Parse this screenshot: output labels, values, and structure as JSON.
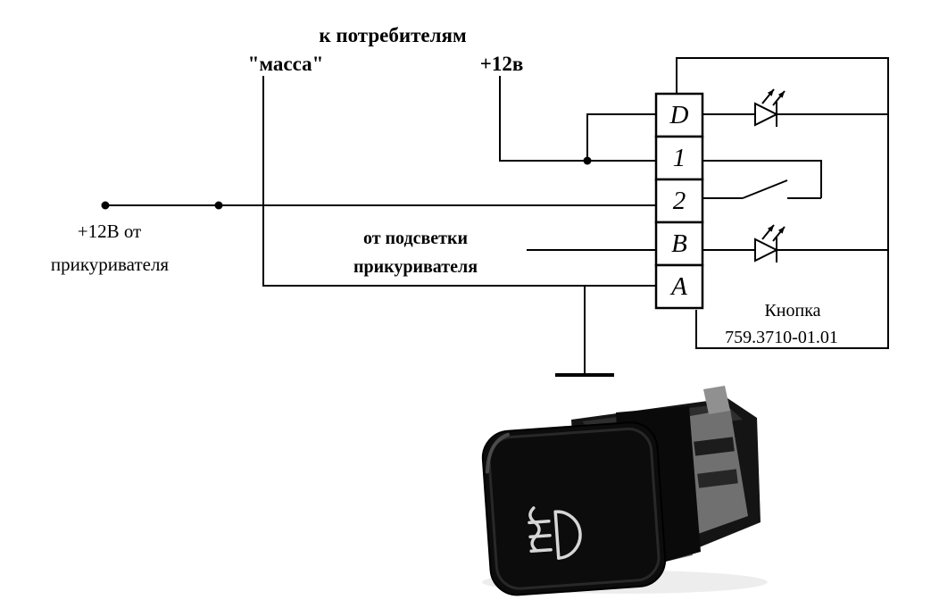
{
  "diagram": {
    "labels": {
      "to_consumers": "к потребителям",
      "ground": "\"масса\"",
      "plus_12v": "+12в",
      "source_line1": "+12В от",
      "source_line2": "прикуривателя",
      "backlight_line1": "от подсветки",
      "backlight_line2": "прикуривателя",
      "button_caption": "Кнопка",
      "button_model": "759.3710-01.01"
    },
    "connector_pins": [
      "D",
      "1",
      "2",
      "B",
      "A"
    ],
    "colors": {
      "wire": "#000000",
      "background": "#ffffff",
      "button_body": "#141414",
      "button_icon": "#d6d6d6"
    },
    "icons": [
      "led-icon",
      "switch-contact-icon",
      "ground-icon",
      "junction-dot-icon",
      "fog-light-icon"
    ]
  }
}
